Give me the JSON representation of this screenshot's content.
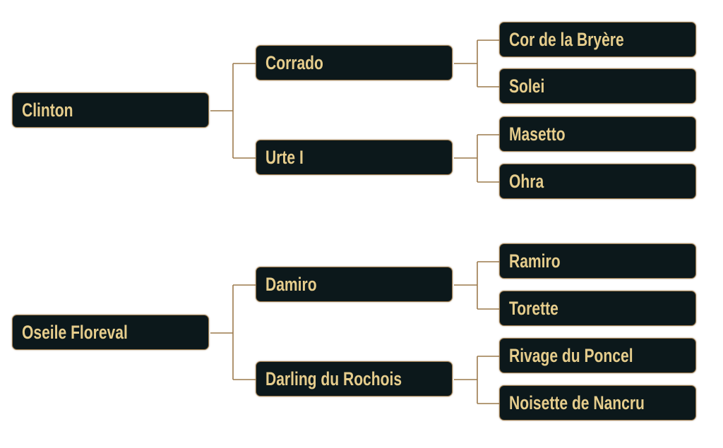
{
  "pedigrees": [
    {
      "subject": "Clinton",
      "sire": {
        "name": "Corrado",
        "sire": "Cor de la Bryère",
        "dam": "Solei"
      },
      "dam": {
        "name": "Urte I",
        "sire": "Masetto",
        "dam": "Ohra"
      }
    },
    {
      "subject": "Oseile Floreval",
      "sire": {
        "name": "Damiro",
        "sire": "Ramiro",
        "dam": "Torette"
      },
      "dam": {
        "name": "Darling du Rochois",
        "sire": "Rivage du Poncel",
        "dam": "Noisette de Nancru"
      }
    }
  ],
  "colors": {
    "box": "#0c181b",
    "border": "#9c7a4c",
    "text": "#e6cd8c"
  }
}
